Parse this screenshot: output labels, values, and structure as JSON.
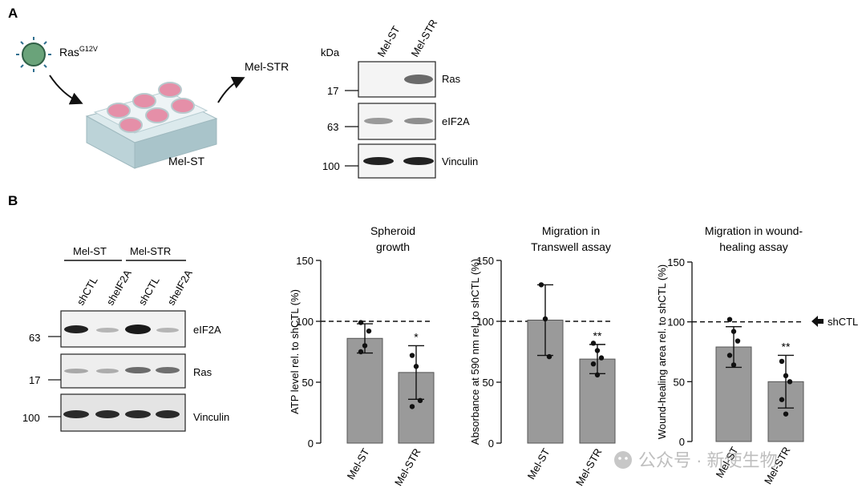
{
  "panel_a": {
    "letter": "A",
    "virus_label": "Ras",
    "virus_superscript": "G12V",
    "plate_label": "Mel-ST",
    "arrow_label": "Mel-STR",
    "kda_label": "kDa",
    "lanes": [
      "Mel-ST",
      "Mel-STR"
    ],
    "blots": [
      {
        "label": "Ras",
        "mw": "17"
      },
      {
        "label": "eIF2A",
        "mw": "63"
      },
      {
        "label": "Vinculin",
        "mw": "100"
      }
    ]
  },
  "panel_b": {
    "letter": "B",
    "groups": [
      "Mel-ST",
      "Mel-STR"
    ],
    "lanes": [
      "shCTL",
      "sheIF2A",
      "shCTL",
      "sheIF2A"
    ],
    "blots": [
      {
        "label": "eIF2A",
        "mw": "63"
      },
      {
        "label": "Ras",
        "mw": "17"
      },
      {
        "label": "Vinculin",
        "mw": "100"
      }
    ],
    "reference_label": "shCTL"
  },
  "watermark": "公众号 · 新使生物",
  "chart_data": [
    {
      "type": "bar",
      "title": "Spheroid growth",
      "title_lines": [
        "Spheroid",
        "growth"
      ],
      "ylabel": "ATP level rel. to shCTL (%)",
      "categories": [
        "Mel-ST",
        "Mel-STR"
      ],
      "values": [
        86,
        58
      ],
      "errors": [
        12,
        22
      ],
      "points": [
        [
          99,
          80,
          92,
          75
        ],
        [
          72,
          63,
          35,
          30
        ]
      ],
      "significance": [
        "",
        "*"
      ],
      "reference_line": 100,
      "ylim": [
        0,
        150
      ],
      "yticks": [
        0,
        50,
        100,
        150
      ]
    },
    {
      "type": "bar",
      "title": "Migration in Transwell assay",
      "title_lines": [
        "Migration in",
        "Transwell assay"
      ],
      "ylabel": "Absorbance at 590 nm rel. to shCTL (%)",
      "categories": [
        "Mel-ST",
        "Mel-STR"
      ],
      "values": [
        101,
        69
      ],
      "errors": [
        29,
        12
      ],
      "points": [
        [
          130,
          102,
          71
        ],
        [
          82,
          76,
          70,
          65,
          56
        ]
      ],
      "significance": [
        "",
        "**"
      ],
      "reference_line": 100,
      "ylim": [
        0,
        150
      ],
      "yticks": [
        0,
        50,
        100,
        150
      ]
    },
    {
      "type": "bar",
      "title": "Migration in wound-healing assay",
      "title_lines": [
        "Migration in wound-",
        "healing assay"
      ],
      "ylabel": "Wound-healing area rel. to shCTL (%)",
      "categories": [
        "Mel-ST",
        "Mel-STR"
      ],
      "values": [
        79,
        50
      ],
      "errors": [
        17,
        22
      ],
      "points": [
        [
          102,
          92,
          84,
          72,
          64
        ],
        [
          67,
          55,
          50,
          35,
          23
        ]
      ],
      "significance": [
        "",
        "**"
      ],
      "reference_line": 100,
      "ylim": [
        0,
        150
      ],
      "yticks": [
        0,
        50,
        100,
        150
      ]
    }
  ],
  "colors": {
    "bar_fill": "#9a9a9a",
    "bar_stroke": "#555555",
    "well_pink": "#e58fa8",
    "plate": "#c9dde2",
    "virus": "#6aa37a"
  }
}
